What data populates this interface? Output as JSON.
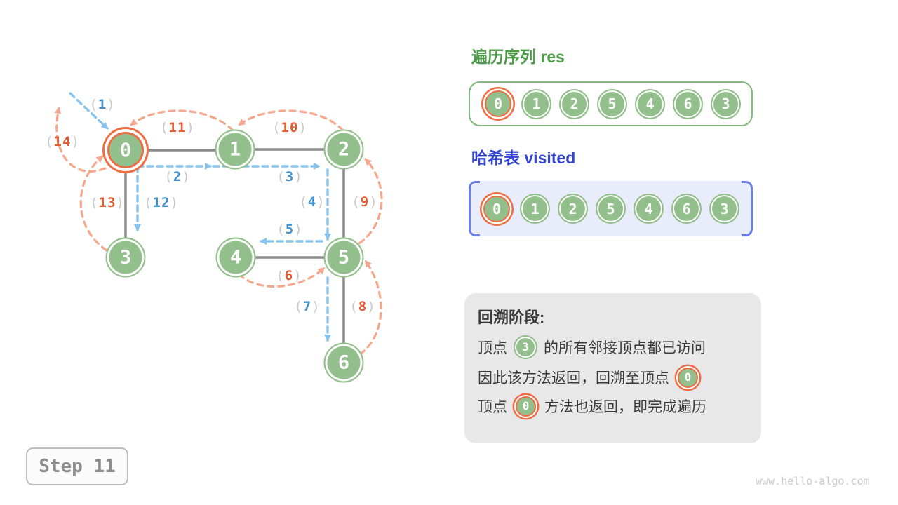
{
  "palette": {
    "node_green": "#92bf8b",
    "highlight_orange": "#ed6e43",
    "arc_orange": "#f5a88d",
    "arrow_blue": "#87c3ec",
    "label_blue": "#3f90cc",
    "label_orange": "#e35b31",
    "paren_gray": "#c8c8c8",
    "edge_gray": "#8a8a8a",
    "res_title_green": "#4e9b4a",
    "visited_title_blue": "#3343d1",
    "visited_fill": "#e9edfb",
    "visited_bracket_blue": "#6b7fe8",
    "info_fill": "#e8e8e8"
  },
  "graph": {
    "paren_open": "(",
    "paren_close": ")",
    "nodes": [
      {
        "id": "0",
        "highlight": true
      },
      {
        "id": "1",
        "highlight": false
      },
      {
        "id": "2",
        "highlight": false
      },
      {
        "id": "3",
        "highlight": false
      },
      {
        "id": "4",
        "highlight": false
      },
      {
        "id": "5",
        "highlight": false
      },
      {
        "id": "6",
        "highlight": false
      }
    ],
    "labels": [
      {
        "n": "1",
        "type": "visit"
      },
      {
        "n": "2",
        "type": "visit"
      },
      {
        "n": "3",
        "type": "visit"
      },
      {
        "n": "4",
        "type": "visit"
      },
      {
        "n": "5",
        "type": "visit"
      },
      {
        "n": "6",
        "type": "backtrack"
      },
      {
        "n": "7",
        "type": "visit"
      },
      {
        "n": "8",
        "type": "backtrack"
      },
      {
        "n": "9",
        "type": "backtrack"
      },
      {
        "n": "10",
        "type": "backtrack"
      },
      {
        "n": "11",
        "type": "backtrack"
      },
      {
        "n": "12",
        "type": "visit"
      },
      {
        "n": "13",
        "type": "backtrack"
      },
      {
        "n": "14",
        "type": "backtrack"
      }
    ]
  },
  "res_panel": {
    "title": "遍历序列 res",
    "items": [
      {
        "v": "0",
        "highlight": true
      },
      {
        "v": "1",
        "highlight": false
      },
      {
        "v": "2",
        "highlight": false
      },
      {
        "v": "5",
        "highlight": false
      },
      {
        "v": "4",
        "highlight": false
      },
      {
        "v": "6",
        "highlight": false
      },
      {
        "v": "3",
        "highlight": false
      }
    ]
  },
  "visited_panel": {
    "title": "哈希表 visited",
    "items": [
      {
        "v": "0",
        "highlight": true
      },
      {
        "v": "1",
        "highlight": false
      },
      {
        "v": "2",
        "highlight": false
      },
      {
        "v": "5",
        "highlight": false
      },
      {
        "v": "4",
        "highlight": false
      },
      {
        "v": "6",
        "highlight": false
      },
      {
        "v": "3",
        "highlight": false
      }
    ]
  },
  "info_box": {
    "title": "回溯阶段:",
    "line1_pre": "顶点",
    "line1_node": "3",
    "line1_post": "的所有邻接顶点都已访问",
    "line2_pre": "因此该方法返回，回溯至顶点",
    "line2_node": "0",
    "line3_pre": "顶点",
    "line3_node": "0",
    "line3_post": "方法也返回，即完成遍历"
  },
  "step": {
    "label": "Step 11"
  },
  "watermark": "www.hello-algo.com"
}
